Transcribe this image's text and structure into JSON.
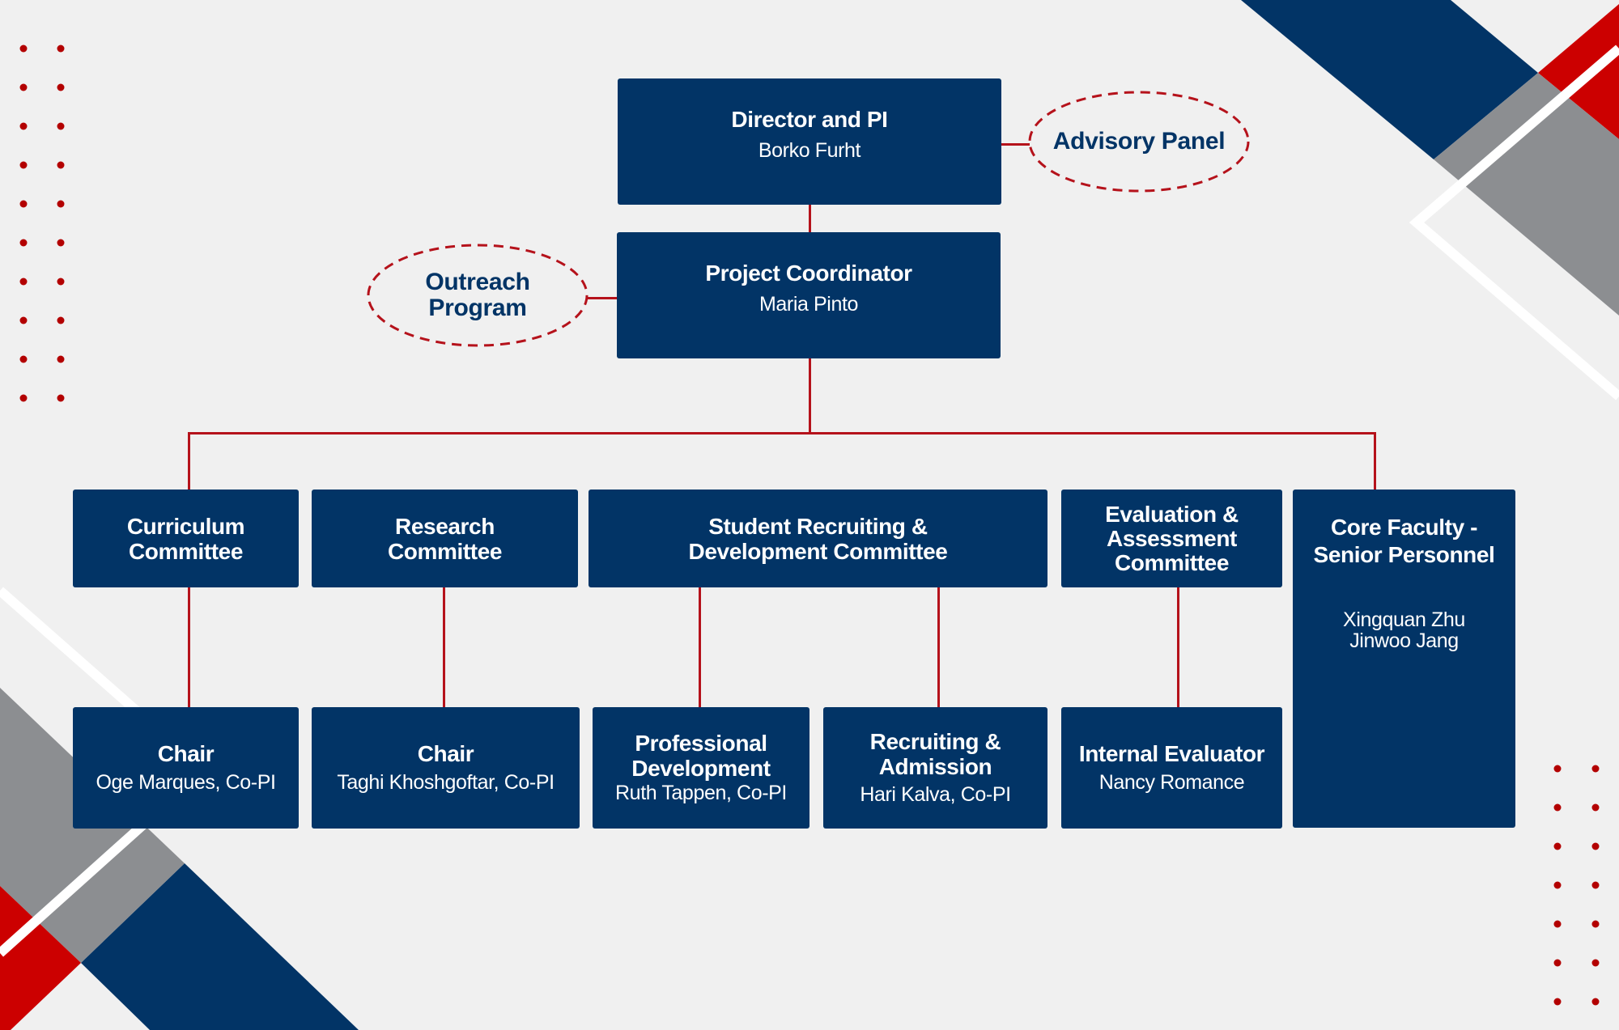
{
  "colors": {
    "background": "#f0f0f0",
    "navy": "#023466",
    "red": "#cc0000",
    "connector": "#b5121b",
    "gray": "#8c8e91"
  },
  "top": {
    "director": {
      "title": "Director and PI",
      "name": "Borko Furht"
    },
    "advisory": {
      "label": "Advisory Panel"
    },
    "coordinator": {
      "title": "Project Coordinator",
      "name": "Maria Pinto"
    },
    "outreach": {
      "label": "Outreach\nProgram"
    }
  },
  "committees": [
    {
      "title": "Curriculum\nCommittee"
    },
    {
      "title": "Research\nCommittee"
    },
    {
      "title": "Student Recruiting &\nDevelopment Committee"
    },
    {
      "title": "Evaluation &\nAssessment\nCommittee"
    },
    {
      "title": "Core Faculty -\nSenior Personnel",
      "members": "Xingquan Zhu\nJinwoo Jang"
    }
  ],
  "subunits": [
    {
      "title": "Chair",
      "name": "Oge Marques, Co-PI"
    },
    {
      "title": "Chair",
      "name": "Taghi Khoshgoftar, Co-PI"
    },
    {
      "title": "Professional\nDevelopment",
      "name": "Ruth Tappen, Co-PI"
    },
    {
      "title": "Recruiting &\nAdmission",
      "name": "Hari Kalva, Co-PI"
    },
    {
      "title": "Internal Evaluator",
      "name": "Nancy Romance"
    }
  ]
}
